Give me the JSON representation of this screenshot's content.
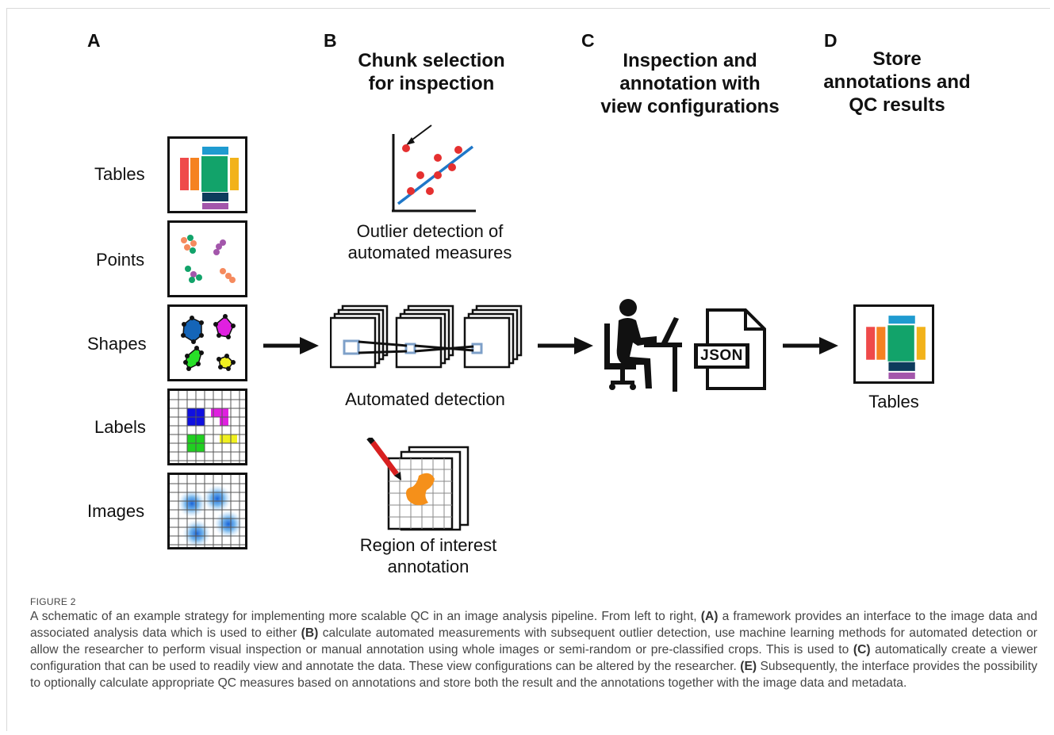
{
  "panels": {
    "a": {
      "letter": "A",
      "rows": [
        "Tables",
        "Points",
        "Shapes",
        "Labels",
        "Images"
      ]
    },
    "b": {
      "letter": "B",
      "title_lines": [
        "Chunk selection",
        "for inspection"
      ],
      "outlier_caption": [
        "Outlier detection of",
        "automated measures"
      ],
      "detection_caption": "Automated detection",
      "roi_caption": [
        "Region of interest",
        "annotation"
      ]
    },
    "c": {
      "letter": "C",
      "title_lines": [
        "Inspection and",
        "annotation with",
        "view configurations"
      ],
      "json_label": "JSON"
    },
    "d": {
      "letter": "D",
      "title_lines": [
        "Store",
        "annotations and",
        "QC results"
      ],
      "output_label": "Tables"
    }
  },
  "colors": {
    "red": "#ef4a4a",
    "orange": "#f58220",
    "green": "#12a36a",
    "yellow": "#f2b21a",
    "cyan": "#1f9bd0",
    "navy": "#0d3b5c",
    "purple": "#a356ab",
    "blue_line": "#1f77c8",
    "scatter_red": "#e53030"
  },
  "figure": {
    "label": "FIGURE 2",
    "caption_parts": [
      {
        "t": "A schematic of an example strategy for implementing more scalable QC in an image analysis pipeline. From left to right, "
      },
      {
        "b": "(A)"
      },
      {
        "t": " a framework provides an interface to the image data and associated analysis data which is used to either "
      },
      {
        "b": "(B)"
      },
      {
        "t": " calculate automated measurements with subsequent outlier detection, use machine learning methods for automated detection or allow the researcher to perform visual inspection or manual annotation using whole images or semi-random or pre-classified crops. This is used to "
      },
      {
        "b": "(C)"
      },
      {
        "t": " automatically create a viewer configuration that can be used to readily view and annotate the data. These view configurations can be altered by the researcher. "
      },
      {
        "b": "(E)"
      },
      {
        "t": " Subsequently, the interface provides the possibility to optionally calculate appropriate QC measures based on annotations and store both the result and the annotations together with the image data and metadata."
      }
    ]
  }
}
